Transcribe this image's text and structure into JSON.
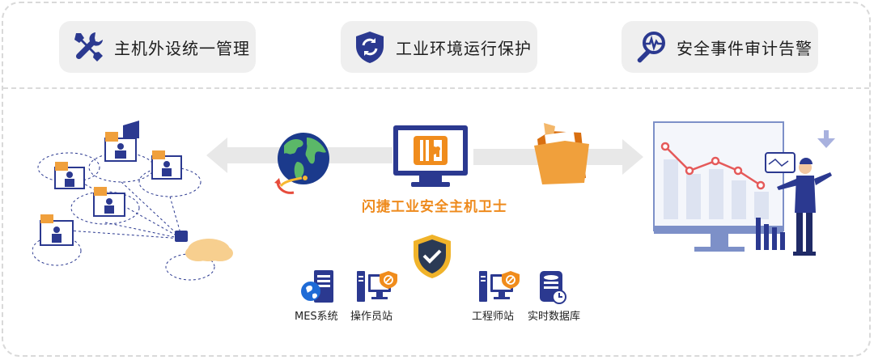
{
  "features": [
    {
      "label": "主机外设统一管理",
      "icon": "tools-icon"
    },
    {
      "label": "工业环境运行保护",
      "icon": "shield-refresh-icon"
    },
    {
      "label": "安全事件审计告警",
      "icon": "magnifier-pulse-icon"
    }
  ],
  "guard_title": "闪捷工业安全主机卫士",
  "endpoints": [
    {
      "label": "MES系统",
      "icon": "server-icon"
    },
    {
      "label": "操作员站",
      "icon": "workstation-icon"
    },
    {
      "label": "工程师站",
      "icon": "workstation-icon"
    },
    {
      "label": "实时数据库",
      "icon": "database-icon"
    }
  ],
  "colors": {
    "navy": "#2b3990",
    "orange": "#f08c1c",
    "pill_bg": "#efefef",
    "arrow": "#e6e6e6"
  }
}
